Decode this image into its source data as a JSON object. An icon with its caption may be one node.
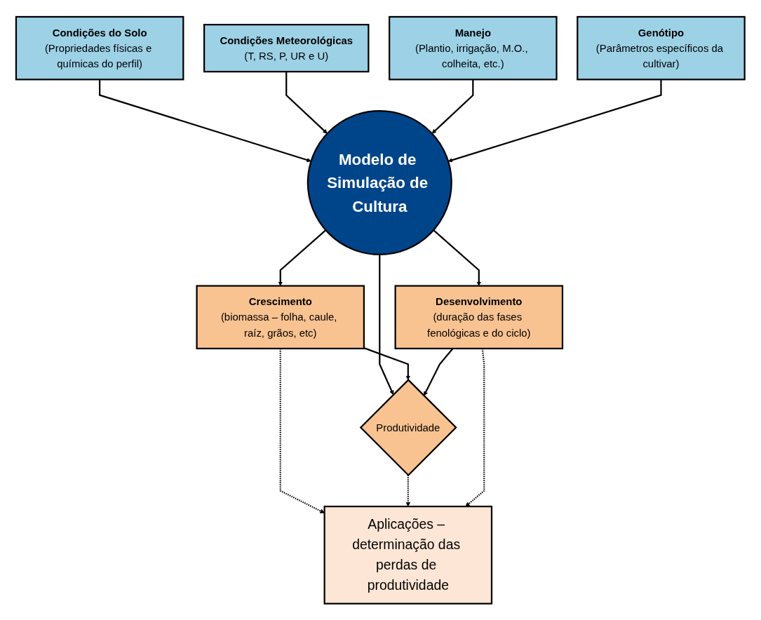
{
  "diagram": {
    "nodes": [
      {
        "text": [
          "Condições do Solo",
          "(Propriedades físicas e químicas do perfil)"
        ]
      },
      {
        "text": [
          "Condições Meteorológicas",
          "(T, RS, P, UR e U)"
        ]
      },
      {
        "text": [
          "Manejo",
          "(Plantio, irrigação, M.O., colheita, etc.)"
        ]
      },
      {
        "text": [
          "Genótipo",
          "(Parâmetros específicos da cultivar)"
        ]
      },
      {
        "text": [
          "Modelo de Simulação de Cultura"
        ]
      },
      {
        "text": [
          "Crescimento",
          "(biomassa – folha, caule, raíz, grãos, etc)"
        ]
      },
      {
        "text": [
          "Desenvolvimento",
          "(duração das fases fenológicas e do ciclo)"
        ]
      },
      {
        "text": [
          "Produtividade"
        ]
      },
      {
        "text": [
          "Aplicações – determinação das perdas de produtividade"
        ]
      }
    ],
    "edges": [
      {
        "from": 0,
        "to": 4,
        "arrow": "to"
      },
      {
        "from": 1,
        "to": 4,
        "arrow": "to"
      },
      {
        "from": 2,
        "to": 4,
        "arrow": "to"
      },
      {
        "from": 3,
        "to": 4,
        "arrow": "to"
      },
      {
        "from": 4,
        "to": 5,
        "arrow": "to"
      },
      {
        "from": 4,
        "to": 7,
        "arrow": "to"
      },
      {
        "from": 4,
        "to": 6,
        "arrow": "to"
      },
      {
        "from": 5,
        "to": 7,
        "arrow": "to"
      },
      {
        "from": 6,
        "to": 7,
        "arrow": "to"
      },
      {
        "from": 5,
        "to": 8,
        "arrow": "to",
        "style": "dashed"
      },
      {
        "from": 7,
        "to": 8,
        "arrow": "to",
        "style": "dashed"
      },
      {
        "from": 6,
        "to": 8,
        "arrow": "to",
        "style": "dashed"
      }
    ]
  }
}
